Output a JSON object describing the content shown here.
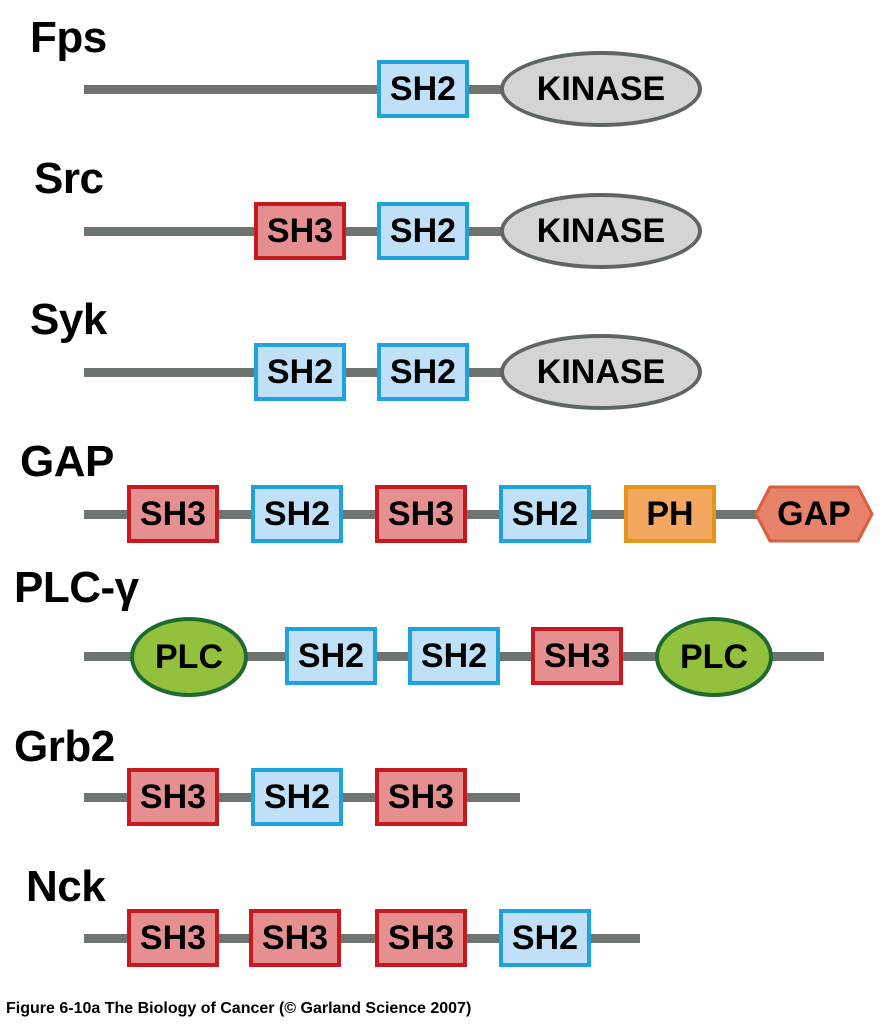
{
  "domain_styles": {
    "SH2": {
      "fill": "#bfe0f6",
      "stroke": "#1ea3df",
      "shape": "rectangle"
    },
    "SH3": {
      "fill": "#e58f91",
      "stroke": "#c71a20",
      "shape": "rectangle"
    },
    "PH": {
      "fill": "#f4a75f",
      "stroke": "#e6941b",
      "shape": "rectangle"
    },
    "KINASE": {
      "fill": "#d2d5d1",
      "stroke": "#5e6661",
      "shape": "ellipse"
    },
    "PLC": {
      "fill": "#93c13d",
      "stroke": "#1f6b2f",
      "shape": "ellipse"
    },
    "GAP": {
      "fill": "#e9826a",
      "stroke": "#d8603e",
      "shape": "hexagon"
    }
  },
  "backbone_color": "#6e7571",
  "proteins": [
    {
      "name": "Fps",
      "domains": [
        {
          "type": "SH2",
          "label": "SH2"
        },
        {
          "type": "KINASE",
          "label": "KINASE"
        }
      ]
    },
    {
      "name": "Src",
      "domains": [
        {
          "type": "SH3",
          "label": "SH3"
        },
        {
          "type": "SH2",
          "label": "SH2"
        },
        {
          "type": "KINASE",
          "label": "KINASE"
        }
      ]
    },
    {
      "name": "Syk",
      "domains": [
        {
          "type": "SH2",
          "label": "SH2"
        },
        {
          "type": "SH2",
          "label": "SH2"
        },
        {
          "type": "KINASE",
          "label": "KINASE"
        }
      ]
    },
    {
      "name": "GAP",
      "domains": [
        {
          "type": "SH3",
          "label": "SH3"
        },
        {
          "type": "SH2",
          "label": "SH2"
        },
        {
          "type": "SH3",
          "label": "SH3"
        },
        {
          "type": "SH2",
          "label": "SH2"
        },
        {
          "type": "PH",
          "label": "PH"
        },
        {
          "type": "GAP",
          "label": "GAP"
        }
      ]
    },
    {
      "name": "PLC-γ",
      "domains": [
        {
          "type": "PLC",
          "label": "PLC"
        },
        {
          "type": "SH2",
          "label": "SH2"
        },
        {
          "type": "SH2",
          "label": "SH2"
        },
        {
          "type": "SH3",
          "label": "SH3"
        },
        {
          "type": "PLC",
          "label": "PLC"
        }
      ]
    },
    {
      "name": "Grb2",
      "domains": [
        {
          "type": "SH3",
          "label": "SH3"
        },
        {
          "type": "SH2",
          "label": "SH2"
        },
        {
          "type": "SH3",
          "label": "SH3"
        }
      ]
    },
    {
      "name": "Nck",
      "domains": [
        {
          "type": "SH3",
          "label": "SH3"
        },
        {
          "type": "SH3",
          "label": "SH3"
        },
        {
          "type": "SH3",
          "label": "SH3"
        },
        {
          "type": "SH2",
          "label": "SH2"
        }
      ]
    }
  ],
  "caption": "Figure 6-10a  The Biology of Cancer (© Garland Science 2007)"
}
